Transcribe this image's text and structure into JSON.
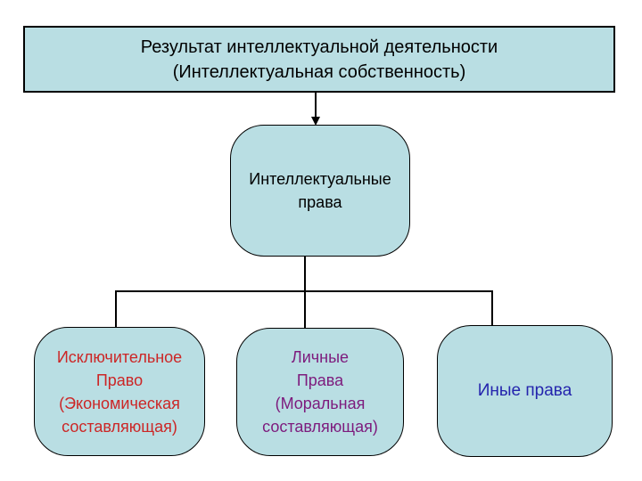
{
  "slide": {
    "title_box": {
      "text": "Результат интеллектуальной деятельности\n(Интеллектуальная собственность)"
    },
    "root_box": {
      "text": "Интеллектуальные\nправа"
    },
    "branches": [
      {
        "id": "exclusive-right",
        "text": "Исключительное\nПраво\n(Экономическая\nсоставляющая)"
      },
      {
        "id": "personal-rights",
        "text": "Личные\nПрава\n(Моральная\nсоставляющая)"
      },
      {
        "id": "other-rights",
        "text": "Иные права"
      }
    ]
  },
  "colors": {
    "box_fill": "#b9dee3",
    "box_border": "#000000",
    "title_text": "#000000",
    "root_text": "#000000",
    "branch_exclusive_text": "#cc2626",
    "branch_personal_text": "#7d1b7d",
    "branch_other_text": "#2424ad"
  }
}
